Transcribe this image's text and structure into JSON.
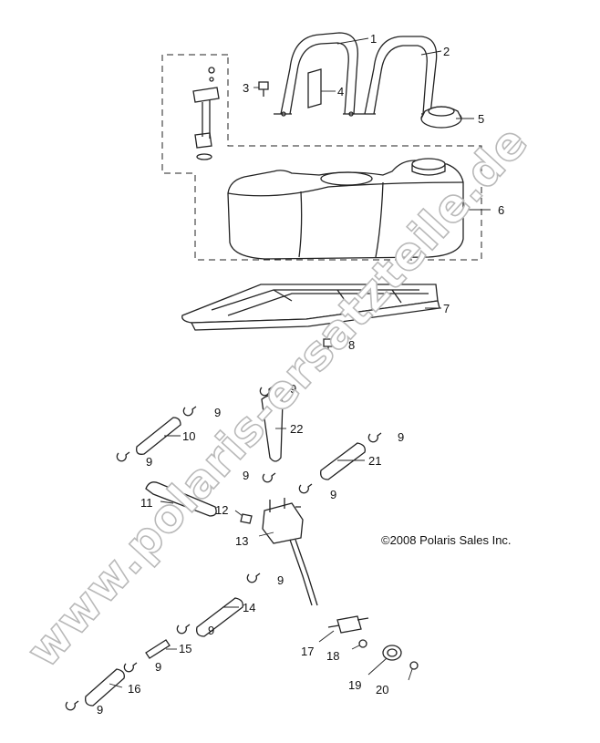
{
  "copyright": "©2008 Polaris Sales Inc.",
  "watermark": "www.polaris-ersatzteile.de",
  "callouts": {
    "p1": "1",
    "p2": "2",
    "p3": "3",
    "p4": "4",
    "p5": "5",
    "p6": "6",
    "p7": "7",
    "p8": "8",
    "p9a": "9",
    "p9b": "9",
    "p9c": "9",
    "p9d": "9",
    "p9e": "9",
    "p9f": "9",
    "p9g": "9",
    "p9h": "9",
    "p9i": "9",
    "p9j": "9",
    "p10": "10",
    "p11": "11",
    "p12": "12",
    "p13": "13",
    "p14": "14",
    "p15": "15",
    "p16": "16",
    "p17": "17",
    "p18": "18",
    "p19": "19",
    "p20": "20",
    "p21": "21",
    "p22": "22"
  }
}
